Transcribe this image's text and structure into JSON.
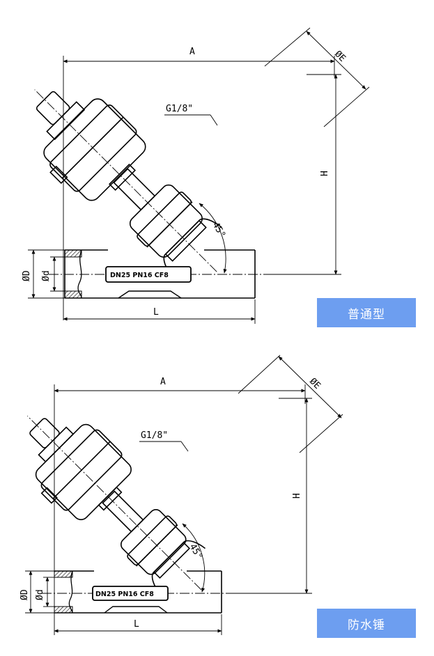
{
  "variants": [
    {
      "label": "普通型",
      "dims": {
        "A": "A",
        "E": "ØE",
        "H": "H",
        "L": "L",
        "D": "ØD",
        "d": "Ød",
        "port": "G1/8\"",
        "angle": "45°"
      },
      "nameplate": "DN25 PN16 CF8"
    },
    {
      "label": "防水锤",
      "dims": {
        "A": "A",
        "E": "ØE",
        "H": "H",
        "L": "L",
        "D": "ØD",
        "d": "Ød",
        "port": "G1/8\"",
        "angle": "45°"
      },
      "nameplate": "DN25 PN16 CF8"
    }
  ],
  "colors": {
    "tag_bg": "#6d9ef0",
    "tag_text": "#ffffff",
    "line": "#000000"
  }
}
